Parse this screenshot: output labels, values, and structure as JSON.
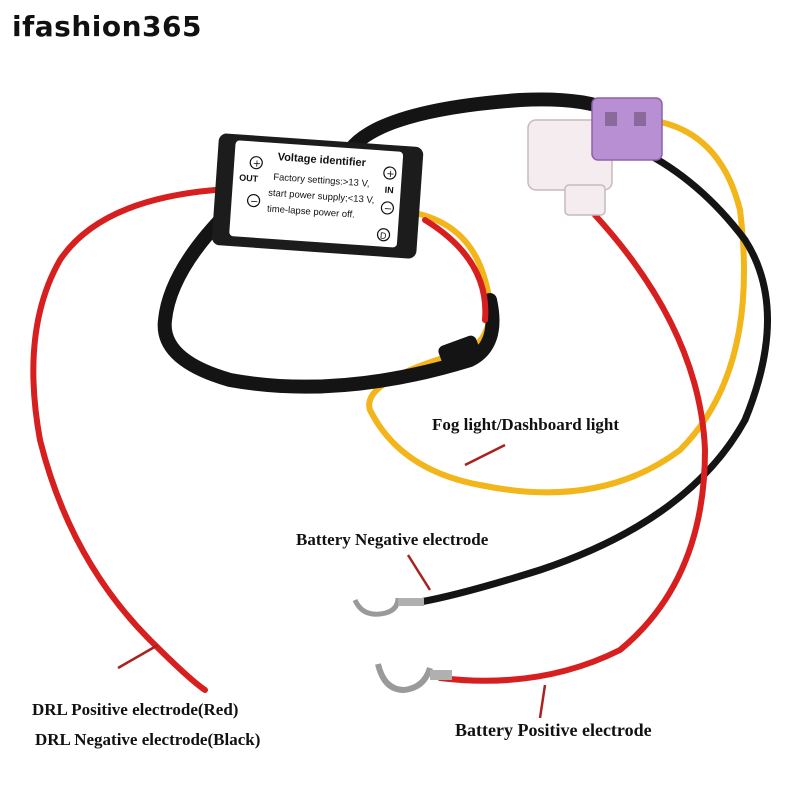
{
  "watermark": "ifashion365",
  "module": {
    "title": "Voltage identifier",
    "line1": "Factory settings:>13 V,",
    "line2": "start power supply;<13 V,",
    "line3": "time-lapse power off.",
    "out_label": "OUT",
    "in_label": "IN",
    "terminal_d": "D",
    "plus_sign": "+",
    "minus_sign": "−"
  },
  "labels": {
    "fog": "Fog light/Dashboard light",
    "battery_negative": "Battery Negative electrode",
    "battery_positive": "Battery Positive electrode",
    "drl_positive": "DRL Positive electrode(Red)",
    "drl_negative": "DRL Negative electrode(Black)"
  },
  "colors": {
    "red_wire": "#d71f1f",
    "black_wire": "#141414",
    "yellow_wire": "#f2b51a",
    "fuse": "#b98fd4",
    "fuse_holder": "#f4ecee",
    "module_body": "#1c1c1c",
    "module_label": "#ffffff",
    "pointer": "#a8221f"
  }
}
